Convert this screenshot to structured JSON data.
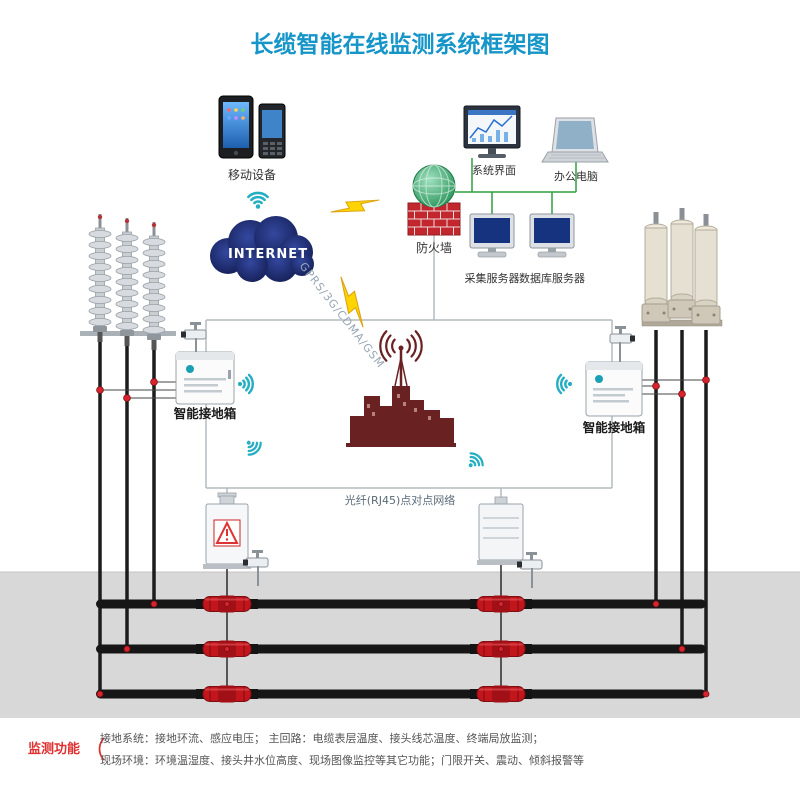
{
  "title": "长缆智能在线监测系统框架图",
  "colors": {
    "title": "#1695c8",
    "wifi": "#23aec2",
    "cloud": "#1c2a6e",
    "brick": "#c1272d",
    "skyline": "#6a2121",
    "cable_joint": "#c3151c",
    "green_link": "#2f9e3f",
    "band": "#d8d8d8",
    "footer_red": "#e03030"
  },
  "nodes": {
    "mobile": {
      "label": "移动设备"
    },
    "internet": {
      "label": "INTERNET"
    },
    "wireless_link": {
      "label": "GPRS/3G/CDMA/GSM"
    },
    "firewall": {
      "label": "防火墙"
    },
    "system_ui": {
      "label": "系统界面"
    },
    "office_pc": {
      "label": "办公电脑"
    },
    "collect_server": {
      "label": "采集服务器"
    },
    "db_server": {
      "label": "数据库服务器"
    },
    "left_ground_box": {
      "label": "智能接地箱"
    },
    "right_ground_box": {
      "label": "智能接地箱"
    },
    "fiber_link": {
      "label": "光纤(RJ45)点对点网络"
    }
  },
  "icons": {
    "wifi": "wifi-signal-arcs",
    "cloud": "internet-cloud",
    "bolt": "lightning-link",
    "firewall": "globe-over-brick-wall",
    "camera": "cctv-camera",
    "antenna": "radio-antenna-over-city"
  },
  "footer": {
    "heading": "监测功能",
    "paren": "（",
    "line1": "接地系统：接地环流、感应电压；  主回路：电缆表层温度、接头线芯温度、终端局放监测；",
    "line2": "现场环境：环境温湿度、接头井水位高度、现场图像监控等其它功能；门限开关、震动、倾斜报警等"
  }
}
